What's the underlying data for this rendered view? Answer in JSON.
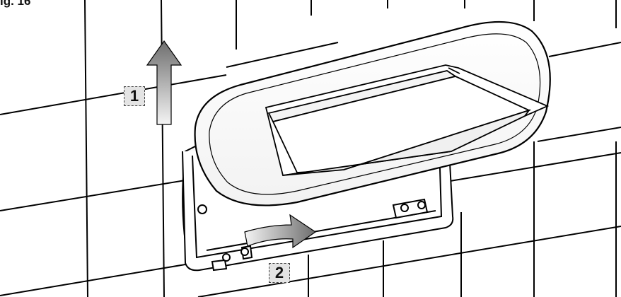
{
  "figure": {
    "label": "ig. 16"
  },
  "steps": {
    "step_1": "1",
    "step_2": "2"
  },
  "icons": {
    "up_arrow": "up-arrow-icon",
    "curved_arrow": "curved-arrow-icon"
  },
  "colors": {
    "line": "#000000",
    "arrow_gradient_light": "#f2f2f2",
    "arrow_gradient_dark": "#6e6e6e",
    "label_box_fill": "#e4e4e4"
  }
}
